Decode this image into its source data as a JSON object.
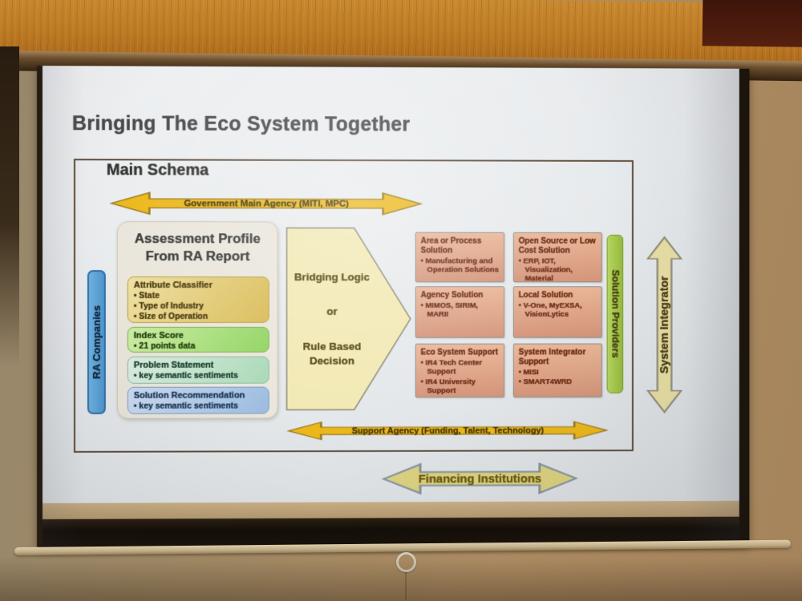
{
  "slide": {
    "title": "Bringing The Eco System Together",
    "schema_label": "Main Schema",
    "top_arrow": "Government Main Agency (MITI, MPC)",
    "assessment": {
      "title": "Assessment Profile From RA Report",
      "boxes": [
        {
          "title": "Attribute Classifier",
          "bullets": [
            "State",
            "Type of Industry",
            "Size of Operation"
          ]
        },
        {
          "title": "Index Score",
          "bullets": [
            "21 points data"
          ]
        },
        {
          "title": "Problem Statement",
          "bullets": [
            "key semantic sentiments"
          ]
        },
        {
          "title": "Solution Recommendation",
          "bullets": [
            "key semantic sentiments"
          ]
        }
      ]
    },
    "ra_bar": "RA Companies",
    "pentagon": {
      "line1": "Bridging Logic",
      "line2": "or",
      "line3": "Rule Based Decision"
    },
    "solutions": [
      {
        "title": "Area or Process Solution",
        "bullets": [
          "Manufacturing and Operation Solutions"
        ]
      },
      {
        "title": "Open Source or Low Cost Solution",
        "bullets": [
          "ERP, IOT, Visualization, Material"
        ]
      },
      {
        "title": "Agency Solution",
        "bullets": [
          "MIMOS, SIRIM, MARII"
        ]
      },
      {
        "title": "Local Solution",
        "bullets": [
          "V-One, MyEXSA, VisionLytics"
        ]
      },
      {
        "title": "Eco System Support",
        "bullets": [
          "IR4 Tech Center Support",
          "IR4 University Support"
        ]
      },
      {
        "title": "System Integrator Support",
        "bullets": [
          "MISI",
          "SMART4WRD"
        ]
      }
    ],
    "providers_bar": "Solution Providers",
    "support_arrow": "Support Agency (Funding, Talent, Technology)",
    "financing_arrow": "Financing Institutions",
    "integrator_arrow": "System Integrator",
    "colors": {
      "arrow_gold": "#ecb81b",
      "arrow_pale_yellow": "#ddd380",
      "solution_salmon": "#df9f83",
      "providers_green": "#a6c94f",
      "ra_blue": "#58a1d7",
      "pentagon_yellow": "#f2e9b4"
    }
  }
}
